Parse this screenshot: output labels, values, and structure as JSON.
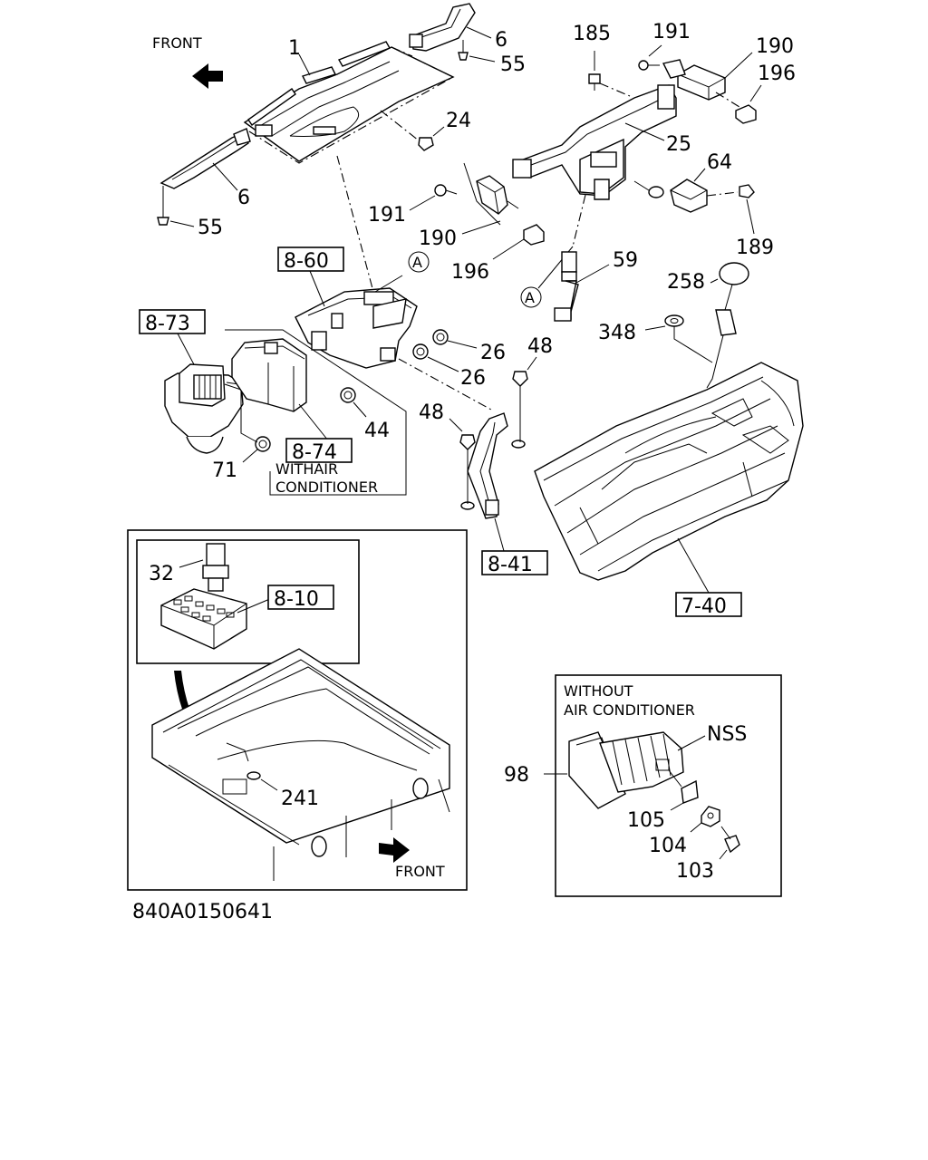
{
  "labels": {
    "front_top": "FRONT",
    "front_bottom": "FRONT",
    "with_ac_line1": "WITHAIR",
    "with_ac_line2": "CONDITIONER",
    "without_ac_line1": "WITHOUT",
    "without_ac_line2": "AIR CONDITIONER",
    "diagram_code": "840A0150641"
  },
  "references": {
    "r_8_60": "8-60",
    "r_8_73": "8-73",
    "r_8_74": "8-74",
    "r_8_41": "8-41",
    "r_8_10": "8-10",
    "r_7_40": "7-40"
  },
  "markers": {
    "a1": "A",
    "a2": "A"
  },
  "callouts": {
    "c1": "1",
    "c6a": "6",
    "c55a": "55",
    "c24": "24",
    "c6b": "6",
    "c55b": "55",
    "c185": "185",
    "c191a": "191",
    "c190a": "190",
    "c196a": "196",
    "c25": "25",
    "c64": "64",
    "c189": "189",
    "c191b": "191",
    "c190b": "190",
    "c196b": "196",
    "c59": "59",
    "c258": "258",
    "c348": "348",
    "c26a": "26",
    "c26b": "26",
    "c48a": "48",
    "c48b": "48",
    "c44": "44",
    "c71": "71",
    "c32": "32",
    "c241": "241",
    "c98": "98",
    "cnss": "NSS",
    "c105": "105",
    "c104": "104",
    "c103": "103"
  }
}
